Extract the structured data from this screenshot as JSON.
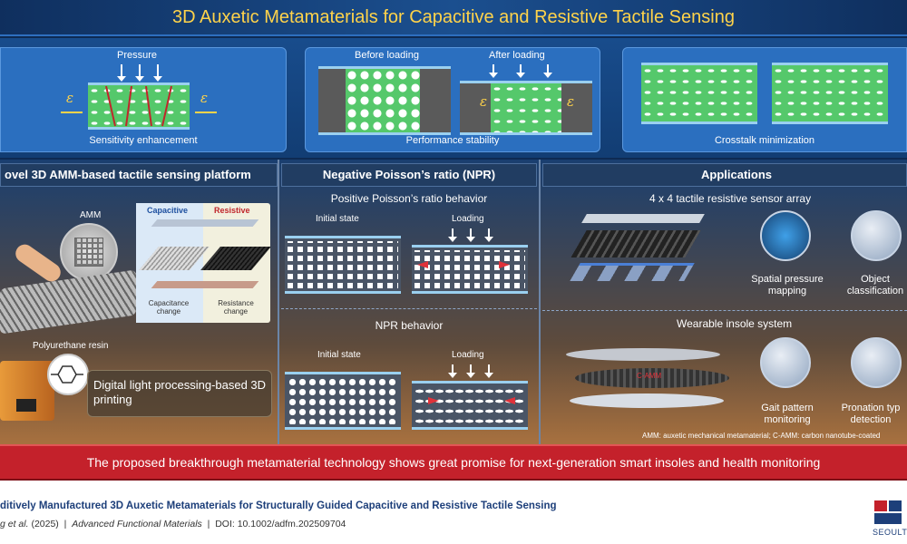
{
  "title": "3D Auxetic Metamaterials for Capacitive and Resistive Tactile Sensing",
  "top": {
    "p1": {
      "pressure": "Pressure",
      "eps": "ε",
      "caption": "Sensitivity enhancement"
    },
    "p2": {
      "before": "Before loading",
      "after": "After loading",
      "eps": "ε",
      "caption": "Performance stability"
    },
    "p3": {
      "caption": "Crosstalk minimization"
    }
  },
  "platform": {
    "heading": "ovel 3D AMM-based tactile sensing platform",
    "amm": "AMM",
    "capacitive": "Capacitive",
    "resistive": "Resistive",
    "cap_change": "Capacitance change",
    "res_change": "Resistance change",
    "resin": "Polyurethane resin",
    "printing": "Digital light processing-based 3D printing"
  },
  "npr": {
    "heading": "Negative Poisson’s ratio (NPR)",
    "positive": "Positive Poisson’s ratio behavior",
    "initial1": "Initial state",
    "loading1": "Loading",
    "npr_behavior": "NPR behavior",
    "initial2": "Initial state",
    "loading2": "Loading"
  },
  "apps": {
    "heading": "Applications",
    "array": "4 x 4 tactile resistive sensor array",
    "spatial": "Spatial pressure mapping",
    "object": "Object classification",
    "insole": "Wearable insole system",
    "camm": "C-AMM",
    "gait": "Gait pattern monitoring",
    "pronation": "Pronation typ detection",
    "footnote": "AMM: auxetic mechanical metamaterial; C-AMM: carbon nanotube-coated"
  },
  "colors": {
    "accent": "#ffd34a",
    "banner": "#c4212b",
    "navy": "#0e2a52"
  },
  "banner": "The proposed breakthrough metamaterial technology shows great promise for next-generation smart insoles and health monitoring",
  "footer": {
    "paper_title": "ditively Manufactured 3D Auxetic Metamaterials for Structurally Guided Capacitive and Resistive Tactile Sensing",
    "author": "g et al.",
    "year": "(2025)",
    "journal": "Advanced Functional Materials",
    "doi": "DOI: 10.1002/adfm.202509704",
    "logo_text": "SEOULT"
  }
}
